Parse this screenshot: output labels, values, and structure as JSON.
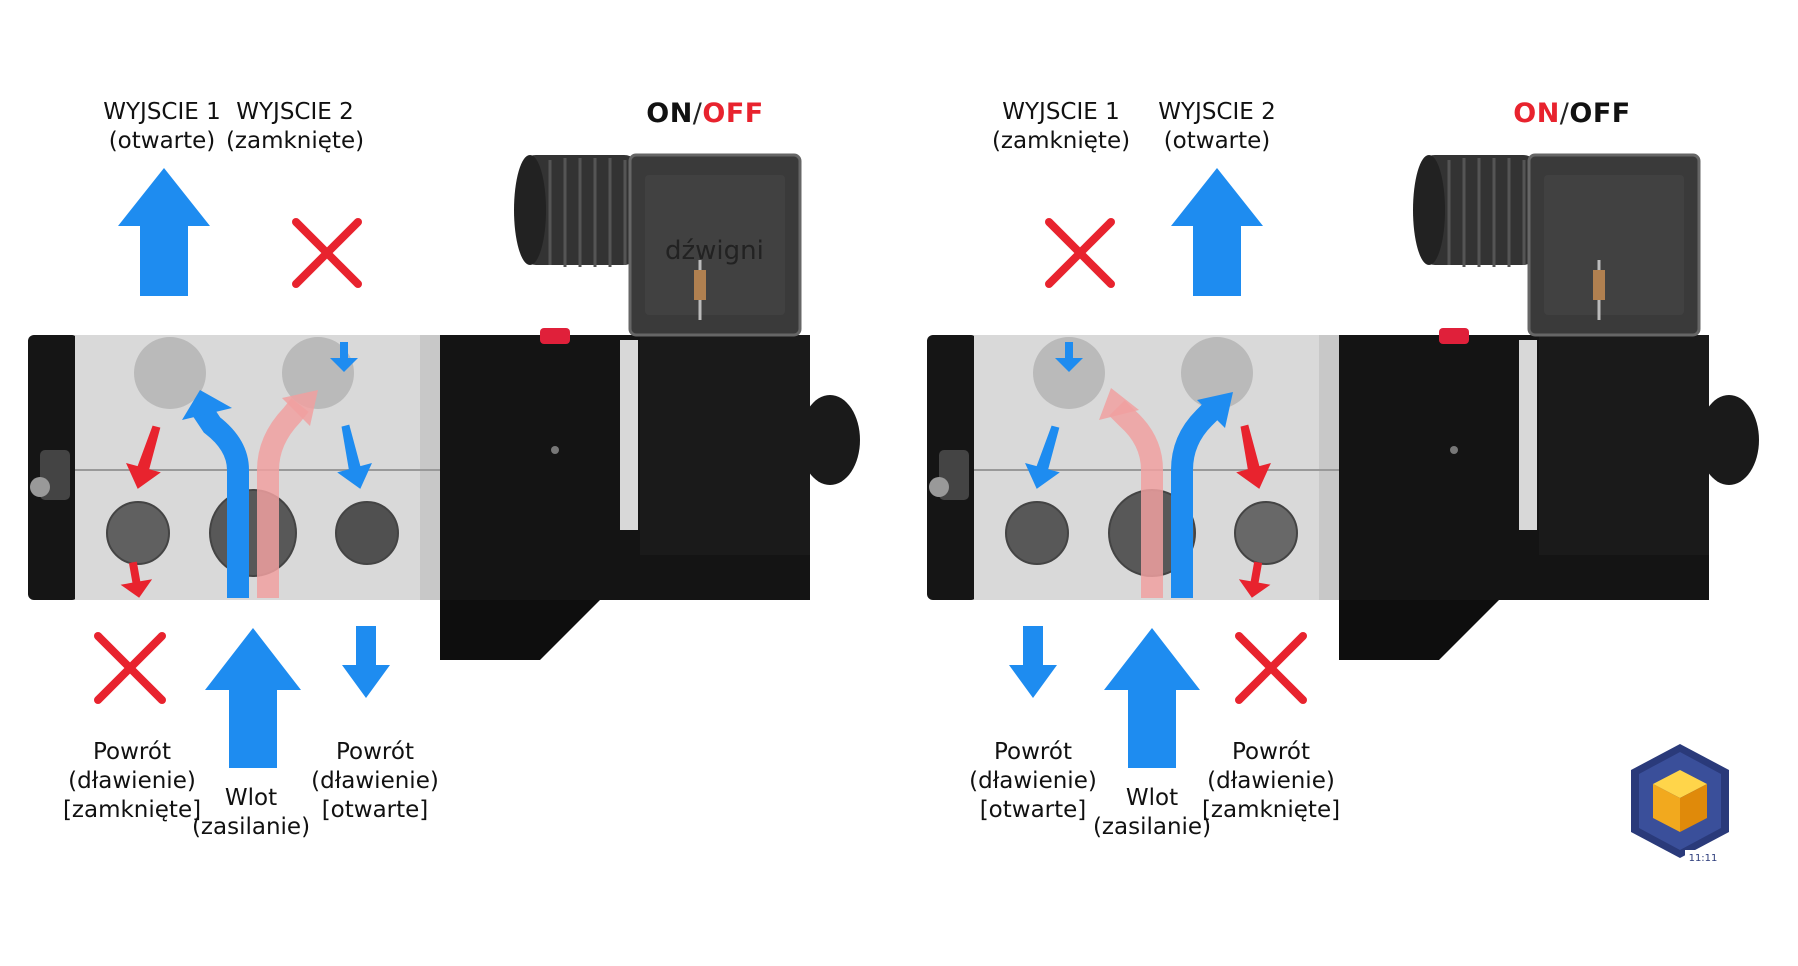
{
  "panels": [
    {
      "outlet1_title": "WYJSCIE 1",
      "outlet1_state": "(otwarte)",
      "outlet2_title": "WYJSCIE 2",
      "outlet2_state": "(zamknięte)",
      "on_label": "ON",
      "separator": "/",
      "off_label": "OFF",
      "ghost_text": "dźwigni",
      "return_left": [
        "Powrót",
        "(dławienie)",
        "[zamknięte]"
      ],
      "inlet": [
        "Wlot",
        "(zasilanie)"
      ],
      "return_right": [
        "Powrót",
        "(dławienie)",
        "[otwarte]"
      ]
    },
    {
      "outlet1_title": "WYJSCIE 1",
      "outlet1_state": "(zamknięte)",
      "outlet2_title": "WYJSCIE 2",
      "outlet2_state": "(otwarte)",
      "on_label": "ON",
      "separator": "/",
      "off_label": "OFF",
      "return_left": [
        "Powrót",
        "(dławienie)",
        "[otwarte]"
      ],
      "inlet": [
        "Wlot",
        "(zasilanie)"
      ],
      "return_right": [
        "Powrót",
        "(dławienie)",
        "[zamknięte]"
      ]
    }
  ],
  "colors": {
    "flow_blue": "#1e8cf0",
    "closed_red": "#e8232e",
    "faded_red": "#f0a0a0",
    "body_gray": "#d6d6d6",
    "solenoid_black": "#141414"
  },
  "logo": {
    "caption": "11:11"
  }
}
